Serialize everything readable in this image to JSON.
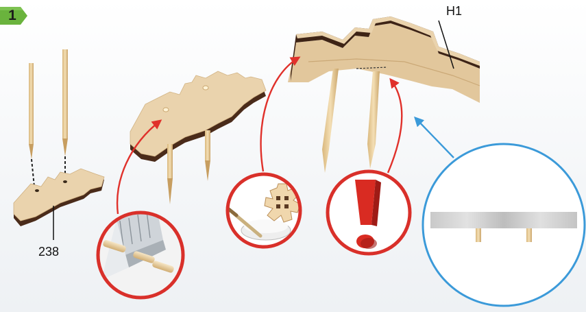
{
  "step": {
    "number": "1"
  },
  "labels": {
    "part_238": "238",
    "part_h1": "H1"
  },
  "icons": {
    "cutting": "craft-knife-icon",
    "glue": "glue-gear-icon",
    "warning": "exclamation-icon",
    "detail": "side-view-detail-icon"
  },
  "colors": {
    "step_badge": "#6ab33d",
    "arrow_red": "#e0312b",
    "detail_blue": "#3b9ad9",
    "wood_light": "#ead3ad",
    "wood_dark": "#4a2b1a"
  }
}
